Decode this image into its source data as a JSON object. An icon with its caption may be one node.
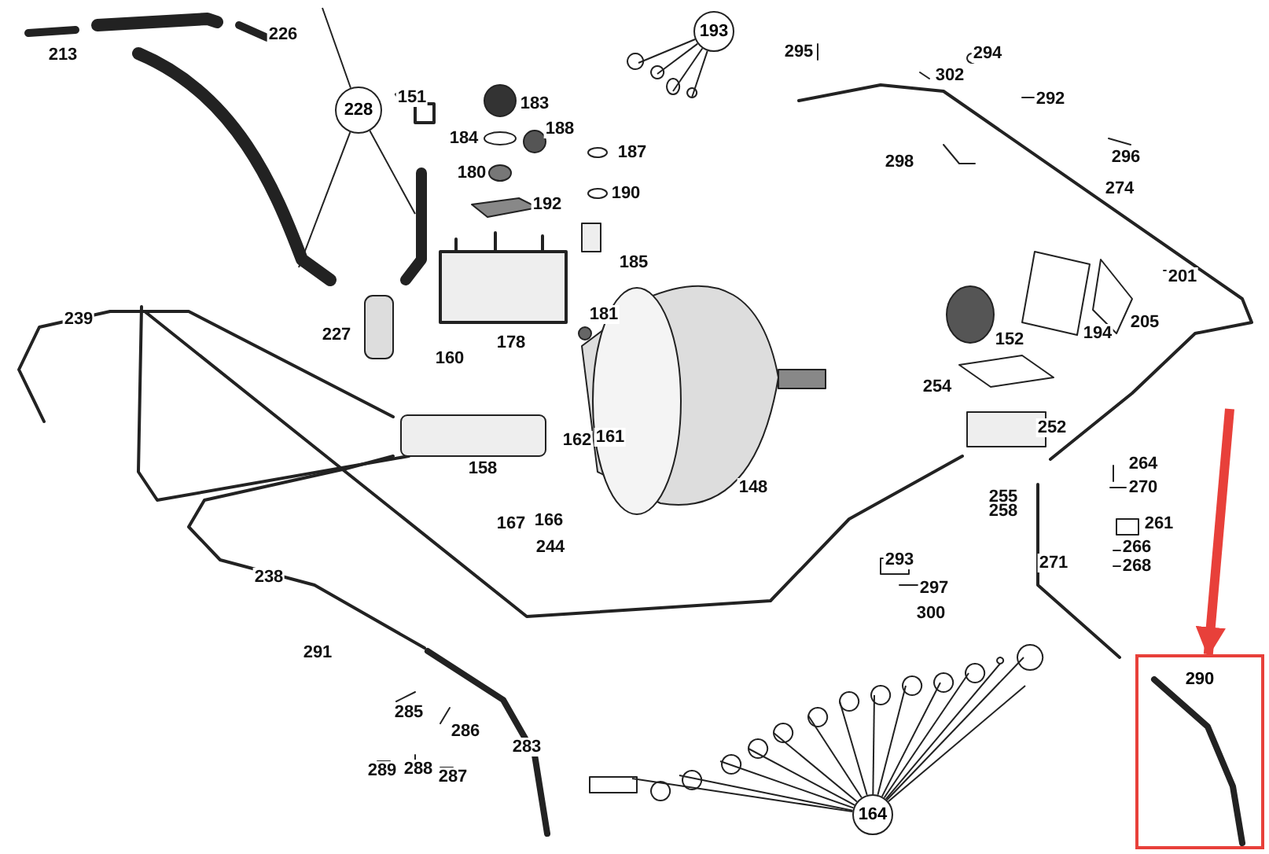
{
  "diagram": {
    "nodes": [
      {
        "text": [
          "193"
        ]
      },
      {
        "text": [
          "228"
        ]
      },
      {
        "text": [
          "290"
        ]
      },
      {
        "text": [
          "164"
        ]
      }
    ],
    "edges": [
      {
        "from": 0,
        "to": null,
        "arrow": "none"
      },
      {
        "from": 0,
        "to": null,
        "arrow": "none"
      },
      {
        "from": 0,
        "to": null,
        "arrow": "none"
      },
      {
        "from": 0,
        "to": null,
        "arrow": "none"
      },
      {
        "from": 1,
        "to": null,
        "arrow": "none"
      },
      {
        "from": 1,
        "to": null,
        "arrow": "none"
      },
      {
        "from": 1,
        "to": null,
        "arrow": "none"
      },
      {
        "from": null,
        "to": 2,
        "arrow": "to",
        "style": "thick",
        "color": "#e8403a"
      },
      {
        "from": 3,
        "to": null,
        "arrow": "none"
      },
      {
        "from": 3,
        "to": null,
        "arrow": "none"
      },
      {
        "from": 3,
        "to": null,
        "arrow": "none"
      },
      {
        "from": 3,
        "to": null,
        "arrow": "none"
      },
      {
        "from": 3,
        "to": null,
        "arrow": "none"
      },
      {
        "from": 3,
        "to": null,
        "arrow": "none"
      },
      {
        "from": 3,
        "to": null,
        "arrow": "none"
      },
      {
        "from": 3,
        "to": null,
        "arrow": "none"
      },
      {
        "from": 3,
        "to": null,
        "arrow": "none"
      },
      {
        "from": 3,
        "to": null,
        "arrow": "none"
      },
      {
        "from": 3,
        "to": null,
        "arrow": "none"
      },
      {
        "from": 3,
        "to": null,
        "arrow": "none"
      },
      {
        "from": 3,
        "to": null,
        "arrow": "none"
      },
      {
        "from": 3,
        "to": null,
        "arrow": "none"
      }
    ],
    "labels": [
      "226",
      "295",
      "294",
      "213",
      "302",
      "292",
      "151",
      "183",
      "184",
      "188",
      "296",
      "187",
      "298",
      "180",
      "274",
      "190",
      "192",
      "185",
      "201",
      "181",
      "239",
      "205",
      "194",
      "227",
      "152",
      "178",
      "160",
      "254",
      "252",
      "161",
      "162",
      "264",
      "158",
      "148",
      "270",
      "255",
      "258",
      "166",
      "167",
      "261",
      "266",
      "244",
      "293",
      "271",
      "268",
      "238",
      "297",
      "300",
      "291",
      "285",
      "286",
      "283",
      "289",
      "288",
      "287"
    ]
  }
}
